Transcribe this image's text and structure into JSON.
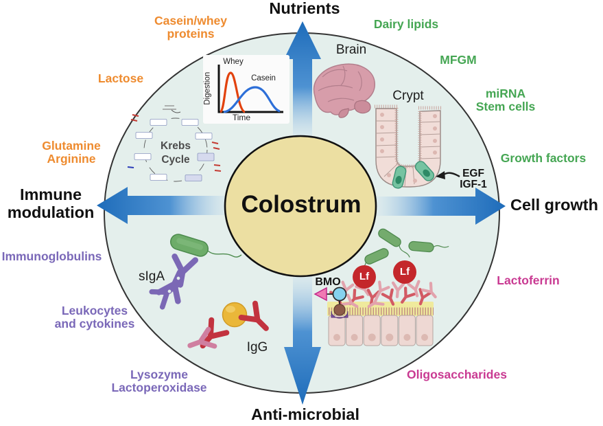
{
  "center": {
    "label": "Colostrum"
  },
  "axes": {
    "top": {
      "label": "Nutrients"
    },
    "right": {
      "label": "Cell growth"
    },
    "bottom": {
      "label": "Anti-microbial"
    },
    "left": {
      "label": "Immune\nmodulation"
    }
  },
  "categories": {
    "nutrients": {
      "color": "#ee8b2f",
      "casein_whey": "Casein/whey\nproteins",
      "lactose": "Lactose",
      "glutamine_arginine": "Glutamine\nArginine"
    },
    "cell_growth": {
      "color": "#45a653",
      "dairy_lipids": "Dairy lipids",
      "mfgm": "MFGM",
      "mirna_stem_cells": "miRNA\nStem cells",
      "growth_factors": "Growth factors"
    },
    "immune_modulation": {
      "color": "#7a68b8",
      "immunoglobulins": "Immunoglobulins",
      "leukocytes_cytokines": "Leukocytes\nand cytokines",
      "lysozyme_lactoperoxidase": "Lysozyme\nLactoperoxidase"
    },
    "anti_microbial": {
      "color": "#c93a92",
      "lactoferrin": "Lactoferrin",
      "oligosaccharides": "Oligosaccharides"
    }
  },
  "illustrations": {
    "digestion_chart": {
      "type": "line",
      "ylabel": "Digestion",
      "xlabel": "Time",
      "series": [
        {
          "name": "Whey",
          "color": "#e2420e"
        },
        {
          "name": "Casein",
          "color": "#2d6fd8"
        }
      ]
    },
    "krebs_cycle": {
      "label": "Krebs\nCycle"
    },
    "brain": {
      "label": "Brain"
    },
    "crypt": {
      "label": "Crypt",
      "annotation": "EGF\nIGF-1"
    },
    "siga": {
      "label": "sIgA"
    },
    "igg": {
      "label": "IgG"
    },
    "bmo": {
      "label": "BMO"
    },
    "lactoferrin_particles": {
      "label": "Lf"
    }
  },
  "palette": {
    "arrow_blue": "#1e6cba",
    "outer_disc": "#e4efec",
    "center_disc": "#ecdfa2",
    "lf_red": "#c4272b",
    "bacteria_green": "#6dac69"
  }
}
